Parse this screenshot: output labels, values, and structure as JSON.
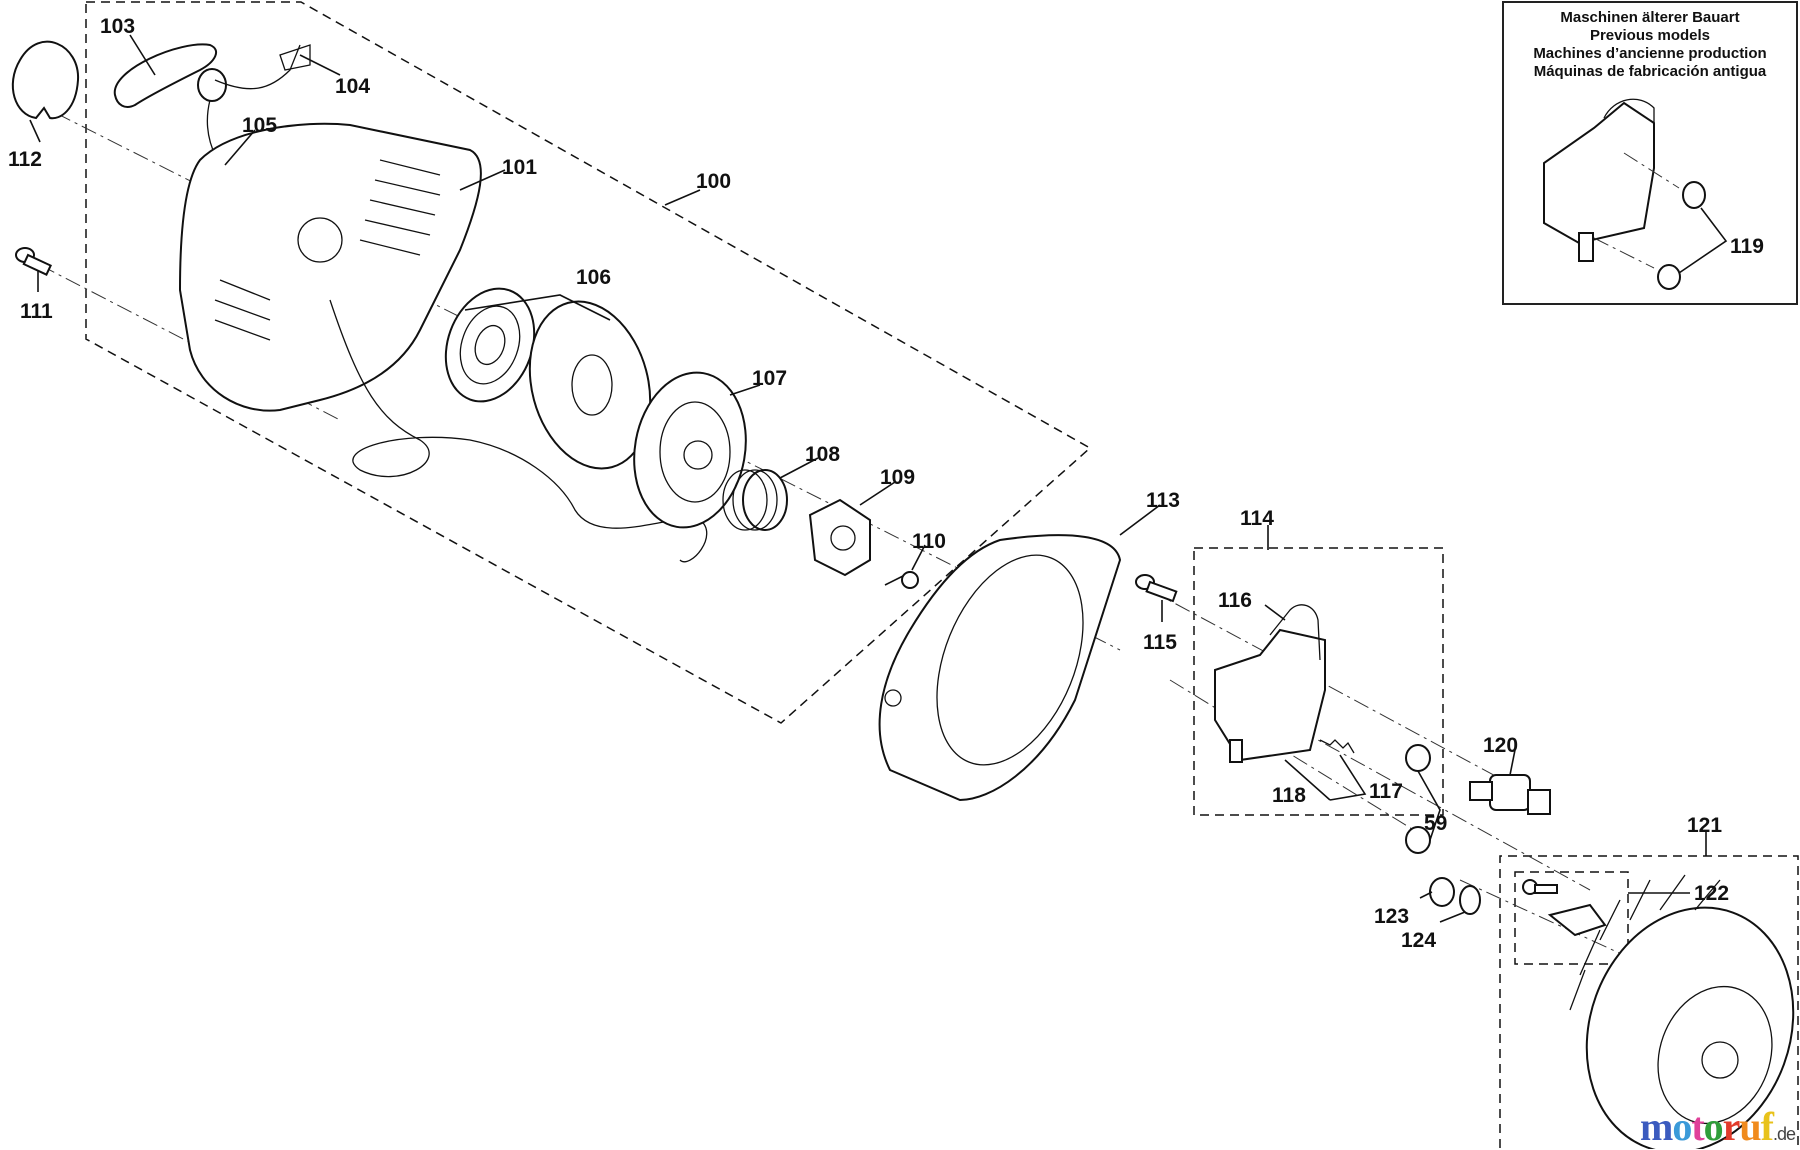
{
  "diagram": {
    "labels": {
      "p59": "59",
      "p100": "100",
      "p101": "101",
      "p103": "103",
      "p104": "104",
      "p105": "105",
      "p106": "106",
      "p107": "107",
      "p108": "108",
      "p109": "109",
      "p110": "110",
      "p111": "111",
      "p112": "112",
      "p113": "113",
      "p114": "114",
      "p115": "115",
      "p116": "116",
      "p117": "117",
      "p118": "118",
      "p120": "120",
      "p121": "121",
      "p122": "122",
      "p123": "123",
      "p124": "124"
    },
    "inset": {
      "lines": [
        "Maschinen älterer Bauart",
        "Previous models",
        "Machines d’ancienne production",
        "Máquinas de fabricación antigua"
      ],
      "label": "119"
    },
    "watermark": {
      "letters": [
        "m",
        "o",
        "t",
        "o",
        "r",
        "u",
        "f"
      ],
      "letter_colors": [
        "#3b5bbf",
        "#3b9ad9",
        "#e0409a",
        "#2f9e3a",
        "#e23b2b",
        "#f08a1c",
        "#e8c21a"
      ],
      "suffix": ".de"
    }
  }
}
